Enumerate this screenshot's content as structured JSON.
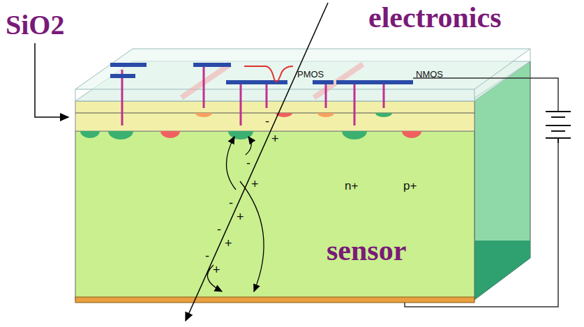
{
  "diagram": {
    "labels": [
      "SiO2",
      "electronics",
      "PMOS",
      "NMOS",
      "n+",
      "p+",
      "-",
      "+",
      "-",
      "+",
      "-",
      "+",
      "-",
      "+",
      "-",
      "+",
      "sensor"
    ]
  }
}
